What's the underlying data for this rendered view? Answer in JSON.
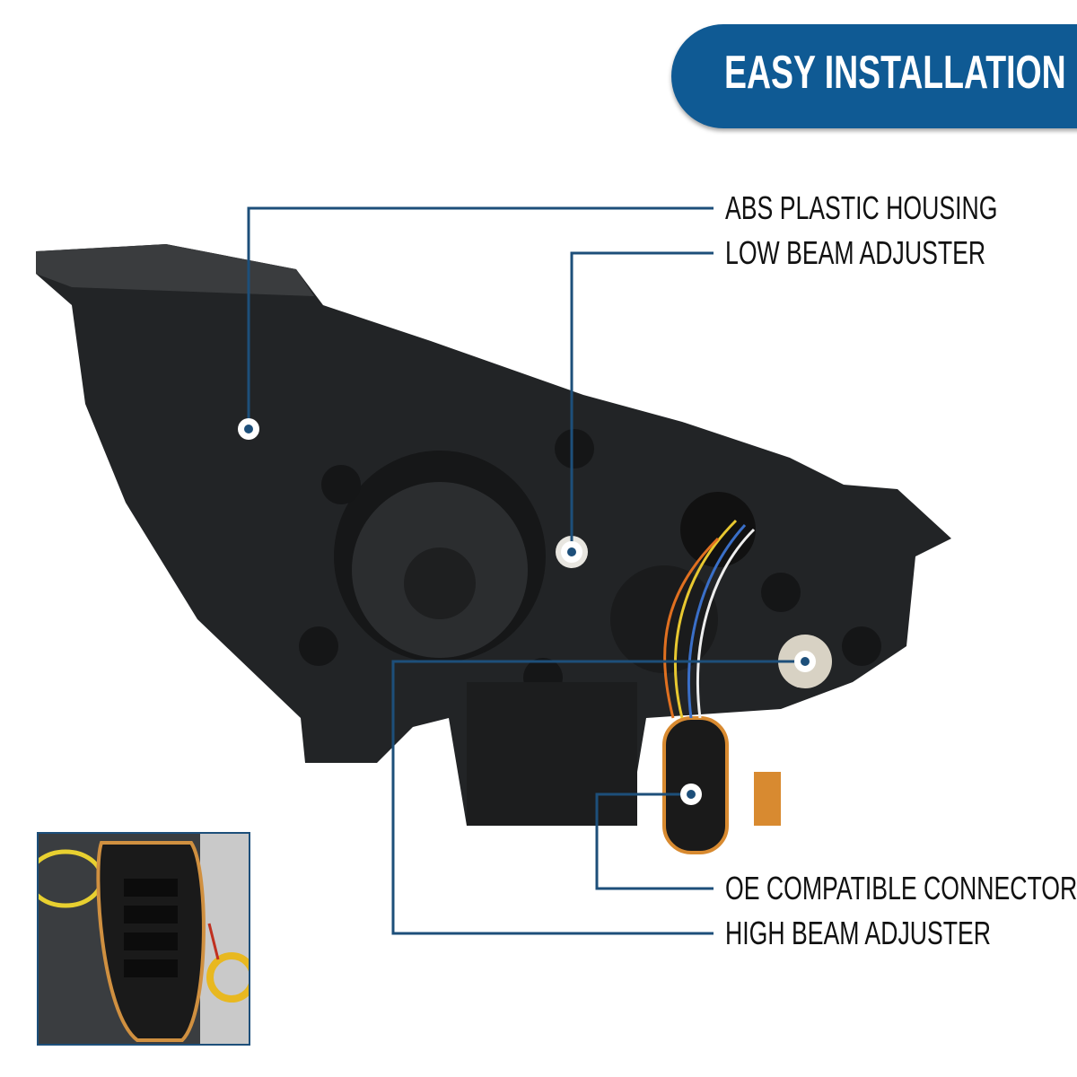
{
  "banner": {
    "title": "EASY INSTALLATION"
  },
  "callouts": [
    {
      "id": "housing",
      "label": "ABS PLASTIC HOUSING"
    },
    {
      "id": "low-beam",
      "label": "LOW BEAM ADJUSTER"
    },
    {
      "id": "connector",
      "label": "OE COMPATIBLE CONNECTOR"
    },
    {
      "id": "high-beam",
      "label": "HIGH BEAM ADJUSTER"
    }
  ],
  "colors": {
    "accent": "#0f5a94",
    "line": "#1d4f7a",
    "housing": "#222426"
  }
}
